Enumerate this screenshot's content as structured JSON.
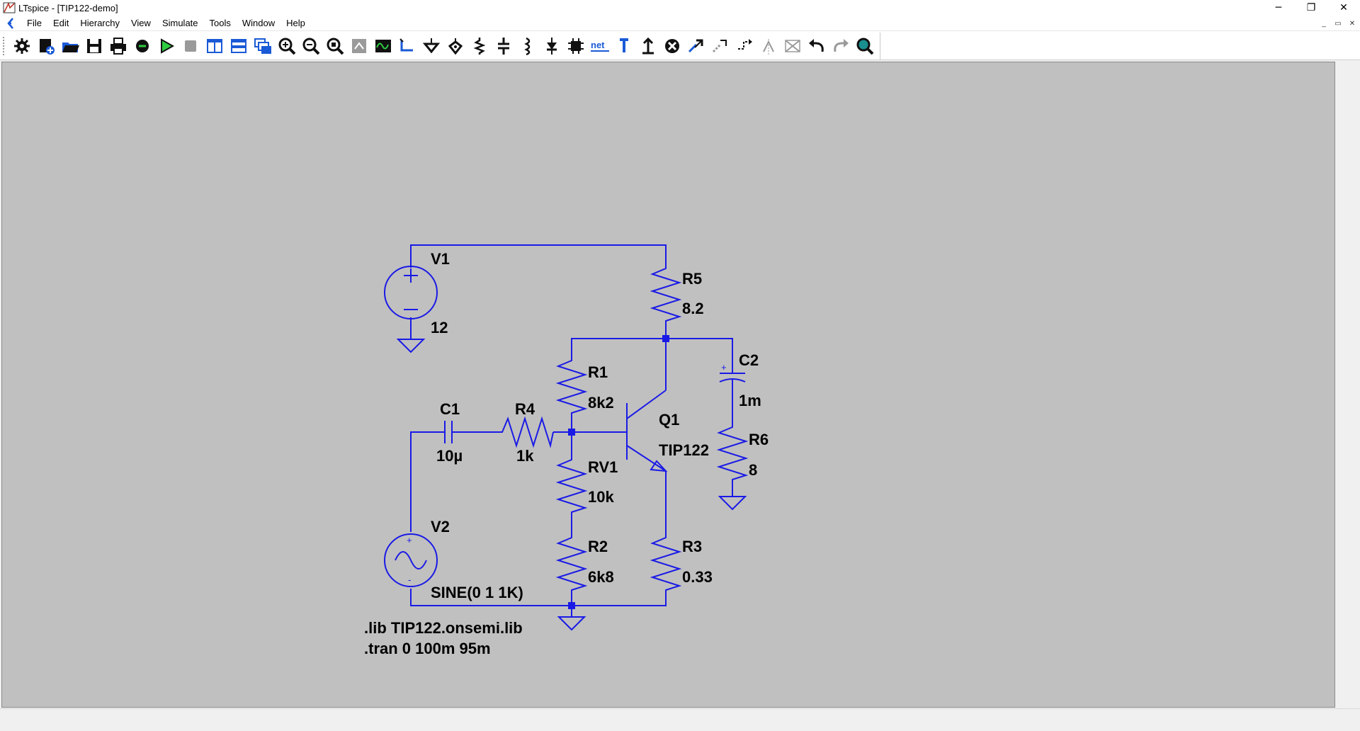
{
  "window": {
    "title": "LTspice - [TIP122-demo]",
    "controls": {
      "minimize": "─",
      "restore": "❐",
      "close": "✕"
    }
  },
  "menu": {
    "items": [
      "File",
      "Edit",
      "Hierarchy",
      "View",
      "Simulate",
      "Tools",
      "Window",
      "Help"
    ],
    "mdi": {
      "minimize": "_",
      "restore": "▭",
      "close": "✕"
    }
  },
  "toolbar": {
    "tools": [
      {
        "name": "control-panel-icon",
        "label": ""
      },
      {
        "name": "new-schematic-icon",
        "label": ""
      },
      {
        "name": "open-icon",
        "label": ""
      },
      {
        "name": "save-icon",
        "label": ""
      },
      {
        "name": "print-icon",
        "label": ""
      },
      {
        "name": "export-netlist-icon",
        "label": ""
      },
      {
        "name": "run-icon",
        "label": ""
      },
      {
        "name": "halt-icon",
        "label": ""
      },
      {
        "name": "tile-vertical-icon",
        "label": ""
      },
      {
        "name": "tile-horizontal-icon",
        "label": ""
      },
      {
        "name": "cascade-icon",
        "label": ""
      },
      {
        "name": "zoom-in-icon",
        "label": ""
      },
      {
        "name": "zoom-out-icon",
        "label": ""
      },
      {
        "name": "zoom-fit-icon",
        "label": ""
      },
      {
        "name": "autoscale-icon",
        "label": ""
      },
      {
        "name": "waveform-icon",
        "label": ""
      },
      {
        "name": "draw-wire-icon",
        "label": ""
      },
      {
        "name": "ground-icon",
        "label": ""
      },
      {
        "name": "label-net-icon",
        "label": ""
      },
      {
        "name": "resistor-icon",
        "label": ""
      },
      {
        "name": "capacitor-icon",
        "label": ""
      },
      {
        "name": "inductor-icon",
        "label": ""
      },
      {
        "name": "diode-icon",
        "label": ""
      },
      {
        "name": "component-icon",
        "label": ""
      },
      {
        "name": "spice-directive-icon",
        "label": "net"
      },
      {
        "name": "text-icon",
        "label": ""
      },
      {
        "name": "move-icon",
        "label": ""
      },
      {
        "name": "delete-icon",
        "label": ""
      },
      {
        "name": "duplicate-icon",
        "label": ""
      },
      {
        "name": "drag-icon",
        "label": ""
      },
      {
        "name": "rotate-icon",
        "label": ""
      },
      {
        "name": "mirror-icon",
        "label": ""
      },
      {
        "name": "bus-tap-icon",
        "label": ""
      },
      {
        "name": "undo-icon",
        "label": ""
      },
      {
        "name": "redo-icon",
        "label": ""
      },
      {
        "name": "find-icon",
        "label": ""
      }
    ]
  },
  "schematic": {
    "components": {
      "V1": {
        "name": "V1",
        "value": "12"
      },
      "V2": {
        "name": "V2",
        "value": "SINE(0 1 1K)"
      },
      "R5": {
        "name": "R5",
        "value": "8.2"
      },
      "R1": {
        "name": "R1",
        "value": "8k2"
      },
      "RV1": {
        "name": "RV1",
        "value": "10k"
      },
      "R2": {
        "name": "R2",
        "value": "6k8"
      },
      "R3": {
        "name": "R3",
        "value": "0.33"
      },
      "R4": {
        "name": "R4",
        "value": "1k"
      },
      "C1": {
        "name": "C1",
        "value": "10µ"
      },
      "C2": {
        "name": "C2",
        "value": "1m"
      },
      "R6": {
        "name": "R6",
        "value": "8"
      },
      "Q1": {
        "name": "Q1",
        "value": "TIP122"
      }
    },
    "directives": [
      ".lib TIP122.onsemi.lib",
      ".tran 0 100m 95m"
    ],
    "colors": {
      "wire": "#1a1ae6",
      "background": "#c0c0c0",
      "text": "#000000"
    }
  }
}
